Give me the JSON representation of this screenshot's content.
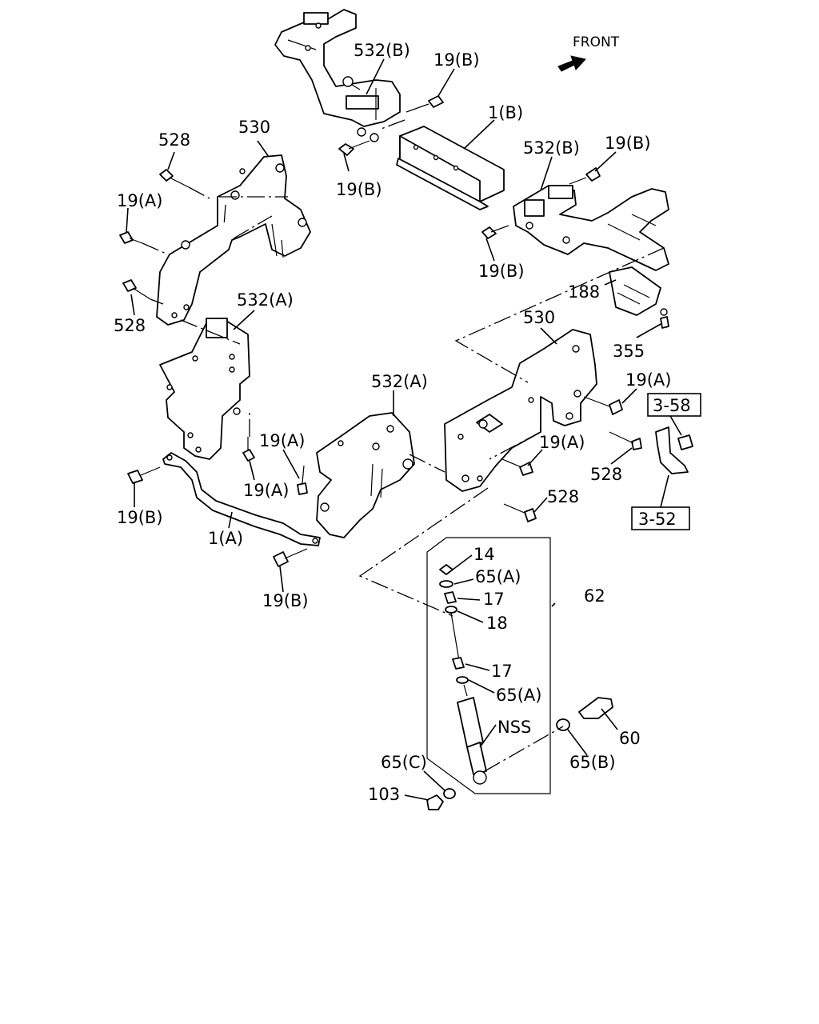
{
  "front_label": "FRONT",
  "callouts": {
    "c532B_top": "532(B)",
    "c19B_top": "19(B)",
    "c1B": "1(B)",
    "c19B_left_top": "19(B)",
    "c532B_right": "532(B)",
    "c19B_right": "19(B)",
    "c19B_right_lower": "19(B)",
    "c188": "188",
    "c355": "355",
    "c528_top": "528",
    "c530_top": "530",
    "c19A_left": "19(A)",
    "c528_left": "528",
    "c532A_left": "532(A)",
    "c530_right": "530",
    "c19A_right_top": "19(A)",
    "c532A_center": "532(A)",
    "c19A_center": "19(A)",
    "c19A_center_low": "19(A)",
    "c19A_right_mid": "19(A)",
    "c528_right": "528",
    "c528_right_low": "528",
    "c19B_left_low": "19(B)",
    "c1A": "1(A)",
    "c19B_bottom": "19(B)",
    "c14": "14",
    "c65A_top": "65(A)",
    "c17_top": "17",
    "c18": "18",
    "c62": "62",
    "c17_low": "17",
    "c65A_low": "65(A)",
    "cNSS": "NSS",
    "c60": "60",
    "c65C": "65(C)",
    "c65B": "65(B)",
    "c103": "103"
  },
  "refs": {
    "r3_58": "3-58",
    "r3_52": "3-52"
  }
}
